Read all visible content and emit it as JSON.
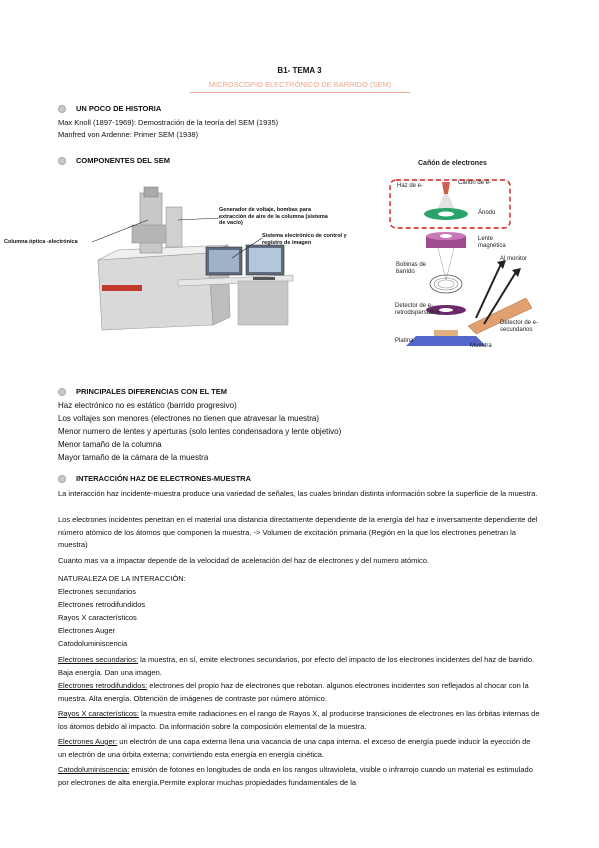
{
  "header": {
    "title": "B1- TEMA 3",
    "subtitle": "MICROSCOPIO ELECTRÓNICO DE BARRIDO (SEM)"
  },
  "historia": {
    "heading": "UN POCO DE HISTORIA",
    "lines": [
      "Max Knoll (1897-1969): Demostración de la teoría del SEM (1935)",
      "Manfred von Ardenne: Primer SEM (1938)"
    ]
  },
  "componentes": {
    "heading": "COMPONENTES DEL SEM",
    "photo_labels": {
      "columna": "Columna óptica -electrónica",
      "generador": "Generador de voltaje, bombas para extracción de aire de la columna (sistema de vacío)",
      "sistema": "Sistema electrónico de control y registro de imagen"
    },
    "diagram_labels": {
      "canon_title": "Cañón de electrones",
      "haz": "Haz de e-",
      "canon_e": "Cañón de e-",
      "anodo": "Ánodo",
      "lente": "Lente magnética",
      "bobinas": "Bobinas de barrido",
      "monitor": "Al monitor",
      "retro": "Detector de e- retrodispersados",
      "secund": "Detector de e- secundarios",
      "platina": "Platina",
      "muestra": "Muestra"
    }
  },
  "diferencias": {
    "heading": "PRINCIPALES DIFERENCIAS CON EL TEM",
    "lines": [
      "Haz electrónico no es estático (barrido progresivo)",
      "Los voltajes son menores (electrones no tienen que atravesar la muestra)",
      "Menor numero de lentes y aperturas (solo lentes condensadora y lente objetivo)",
      "Menor tamaño de la columna",
      "Mayor tamaño de la cámara de la muestra"
    ]
  },
  "interaccion": {
    "heading": "INTERACCIÓN HAZ DE ELECTRONES-MUESTRA",
    "p1": "La interacción haz incidente-muestra produce una variedad de señales, las cuales brindan distinta información sobre la superficie de la muestra.",
    "p2": "Los electrones incidentes penetran en el material una distancia directamente dependiente de la energía del haz e inversamente dependiente del número atómico de los átomos que componen la muestra. -> Volumen de excitación primaria (Región en la que los electrones penetran la muestra)",
    "p3": "Cuanto mas va a impactar depende de la velocidad de aceleración del haz de electrones y del numero atómico.",
    "naturaleza_heading": "NATURALEZA DE LA INTERACCIÓN:",
    "naturaleza_items": [
      "Electrones secundarios",
      "Electrones retrodifundidos",
      "Rayos X característicos",
      "Electrones Auger",
      "Catodoluminiscencia"
    ],
    "defs": [
      {
        "term": "Electrones secundarios:",
        "text": " la muestra, en sí, emite electrones secundarios, por efecto del impacto de los electrones incidentes del haz de barrido. Baja energía. Dan una imagen."
      },
      {
        "term": "Electrones retrodifundidos:",
        "text": " electrones del propio haz de electrones que rebotan. algunos electrones incidentes son reflejados al chocar con la muestra.  Alta energía. Obtención de imágenes de contraste por número atómico."
      },
      {
        "term": "Rayos X característicos:",
        "text": " la muestra emite radiaciones en el rango de Rayos X, al producirse transiciones de electrones en las órbitas internas de los átomos debido al impacto. Da información sobre la composición elemental de la muestra."
      },
      {
        "term": "Electrones Auger:",
        "text": " un electrón de una capa externa llena una vacancia de una capa interna. el exceso de energía puede inducir la eyección de un electrón de una órbita externa; convirtiendo esta energía en energía cinética."
      },
      {
        "term": "Catodoluminiscencia:",
        "text": "  emisión de fotones en longitudes de onda en los rangos ultravioleta, visible o infrarrojo cuando un material es estimulado por electrones de alta energía.Permite explorar muchas propiedades fundamentales de la"
      }
    ]
  }
}
